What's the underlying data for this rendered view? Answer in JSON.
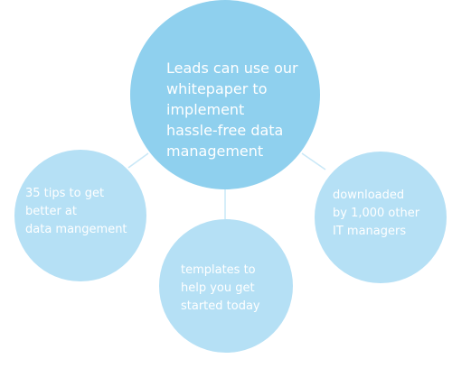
{
  "diagram": {
    "center": {
      "text": "Leads can use our\nwhitepaper to\nimplement\nhassle-free data\nmanagement"
    },
    "left": {
      "text": "35 tips to get\nbetter at\ndata mangement"
    },
    "bottom": {
      "text": "templates to\nhelp you get\nstarted today"
    },
    "right": {
      "text": "downloaded\nby 1,000 other\nIT managers"
    }
  },
  "colors": {
    "main_bubble": "#8fd0ee",
    "secondary_bubble": "#b5e0f5",
    "connector": "#c9e8f7",
    "text": "#ffffff"
  }
}
